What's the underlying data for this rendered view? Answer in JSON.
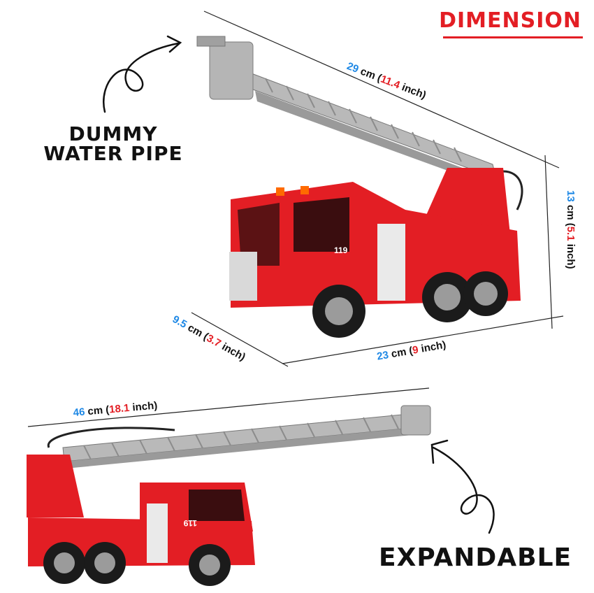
{
  "title": "DIMENSION",
  "callouts": {
    "dummy_pipe_line1": "DUMMY",
    "dummy_pipe_line2": "WATER PIPE",
    "expandable": "EXPANDABLE"
  },
  "dimensions": {
    "ladder_length": {
      "cm": "29",
      "cm_unit": " cm (",
      "inch": "11.4",
      "inch_unit": " inch)"
    },
    "height": {
      "cm": "13",
      "cm_unit": " cm (",
      "inch": "5.1",
      "inch_unit": " inch)"
    },
    "width": {
      "cm": "9.5",
      "cm_unit": " cm (",
      "inch": "3.7",
      "inch_unit": " inch)"
    },
    "length": {
      "cm": "23",
      "cm_unit": " cm (",
      "inch": "9",
      "inch_unit": " inch)"
    },
    "extended": {
      "cm": "46",
      "cm_unit": " cm (",
      "inch": "18.1",
      "inch_unit": " inch)"
    }
  },
  "truck": {
    "number_top": "119",
    "number_bottom": "119"
  },
  "colors": {
    "truck_red": "#e31e24",
    "ladder_gray": "#a9a9a9",
    "accent_blue": "#1e88e5"
  }
}
